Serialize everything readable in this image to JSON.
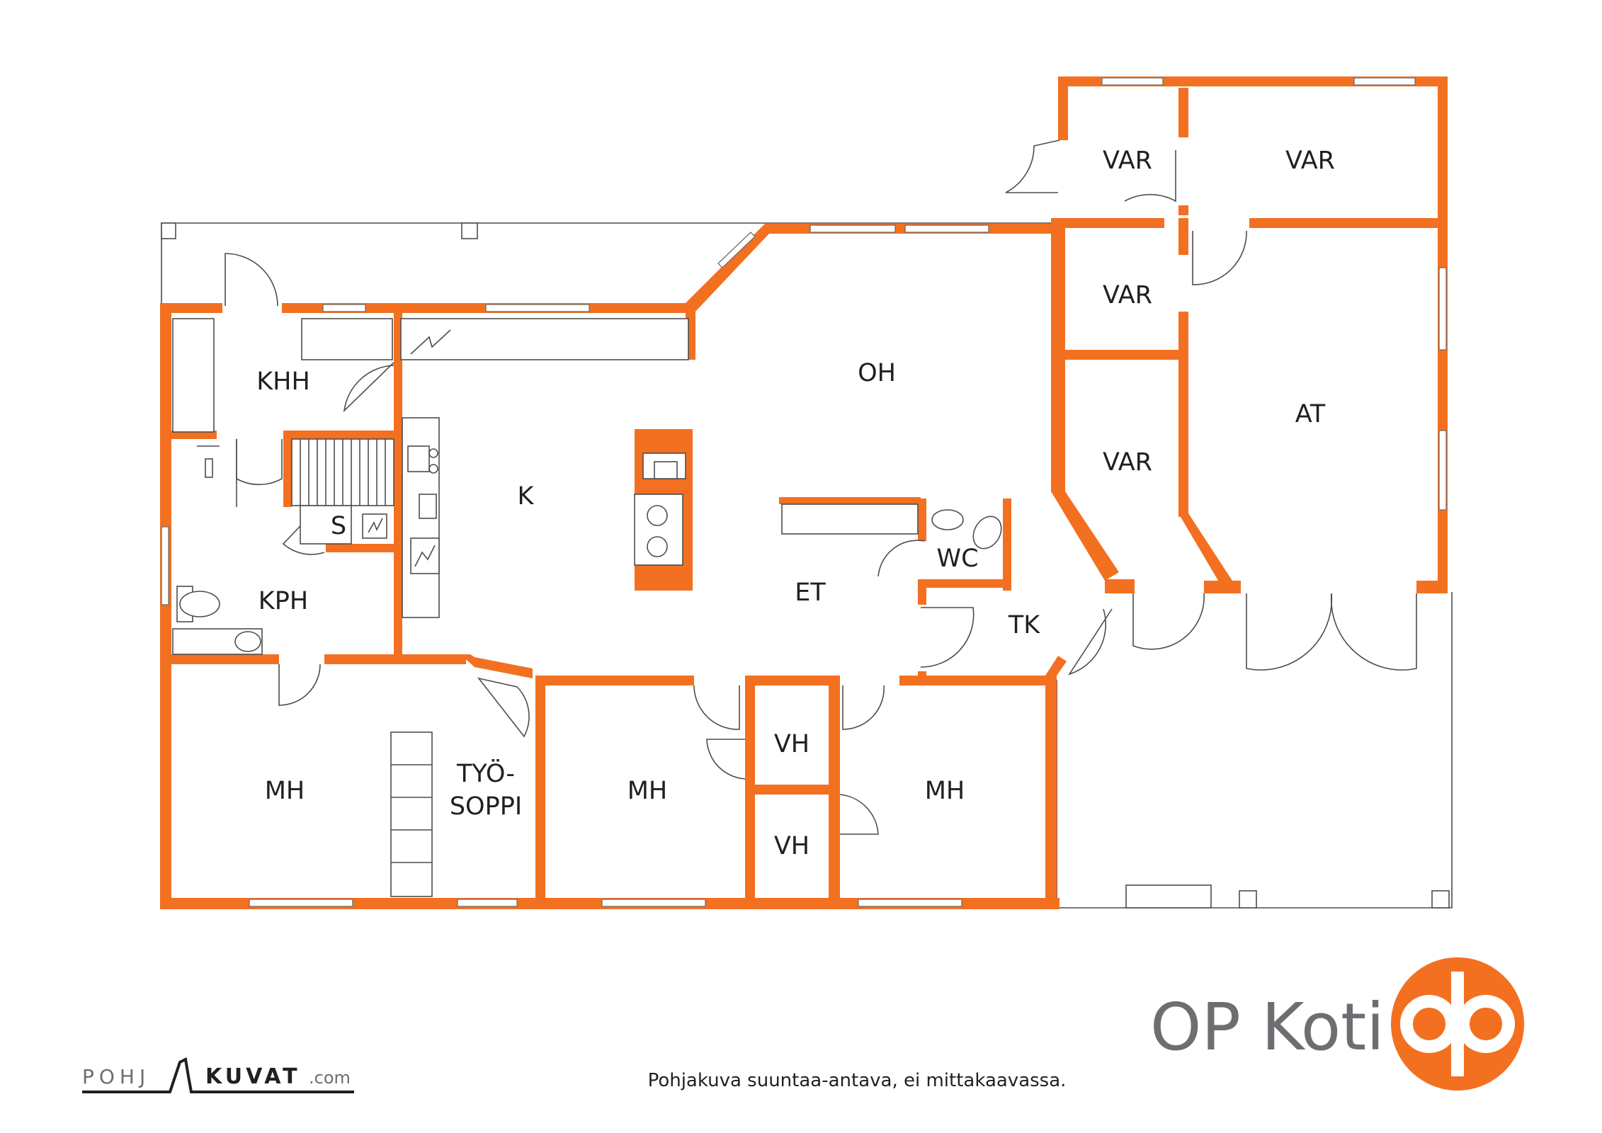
{
  "rooms": [
    {
      "label": "VAR"
    },
    {
      "label": "VAR"
    },
    {
      "label": "VAR"
    },
    {
      "label": "VAR"
    },
    {
      "label": "KHH"
    },
    {
      "label": "OH"
    },
    {
      "label": "AT"
    },
    {
      "label": "K"
    },
    {
      "label": "S"
    },
    {
      "label": "WC"
    },
    {
      "label": "KPH"
    },
    {
      "label": "ET"
    },
    {
      "label": "TK"
    },
    {
      "label": "VH"
    },
    {
      "label": "VH"
    },
    {
      "label": "MH"
    },
    {
      "label": "MH"
    },
    {
      "label": "MH"
    }
  ],
  "tyosoppi": {
    "line1": "TYÖ-",
    "line2": "SOPPI"
  },
  "brand": {
    "name": "OP Koti",
    "logo": "op-logo-icon",
    "color": "#f37021"
  },
  "disclaimer": "Pohjakuva suuntaa-antava, ei mittakaavassa.",
  "watermark": {
    "part1": "POHJ",
    "part2": "KUVAT",
    "suffix": ".com"
  },
  "colors": {
    "wall": "#f37021",
    "line": "#4d4d4d",
    "text": "#231f20"
  }
}
